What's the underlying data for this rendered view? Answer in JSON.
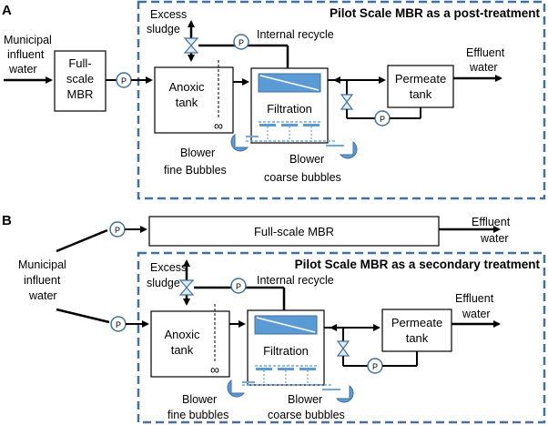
{
  "panel_a": {
    "letter": "A",
    "title": "Pilot Scale MBR as a post-treatment",
    "influent": [
      "Municipal",
      "influent",
      "water"
    ],
    "fullscale": [
      "Full-",
      "scale",
      "MBR"
    ],
    "excess": [
      "Excess",
      "sludge"
    ],
    "recycle": "Internal recycle",
    "anoxic": [
      "Anoxic",
      "tank"
    ],
    "filtration": "Filtration",
    "permeate": [
      "Permeate",
      "tank"
    ],
    "effluent": [
      "Effluent",
      "water"
    ],
    "blower_fine": [
      "Blower",
      "fine Bubbles"
    ],
    "blower_coarse": [
      "Blower",
      "coarse bubbles"
    ],
    "pump": "P",
    "mixer_symbol": "∞"
  },
  "panel_b": {
    "letter": "B",
    "title": "Pilot Scale MBR as a secondary treatment",
    "influent": [
      "Municipal",
      "influent",
      "water"
    ],
    "fullscale": "Full-scale MBR",
    "effluent_top": [
      "Effluent",
      "water"
    ],
    "excess": [
      "Excess",
      "sludge"
    ],
    "recycle": "Internal recycle",
    "anoxic": [
      "Anoxic",
      "tank"
    ],
    "filtration": "Filtration",
    "permeate": [
      "Permeate",
      "tank"
    ],
    "effluent": [
      "Effluent",
      "water"
    ],
    "blower_fine": [
      "Blower",
      "fine bubbles"
    ],
    "blower_coarse": [
      "Blower",
      "coarse bubbles"
    ],
    "pump": "P",
    "mixer_symbol": "∞"
  },
  "colors": {
    "dashed_border": "#41719c",
    "blue_fill": "#5b9bd5",
    "pump_stroke": "#41719c",
    "diffuser": "#6fa8dc"
  }
}
